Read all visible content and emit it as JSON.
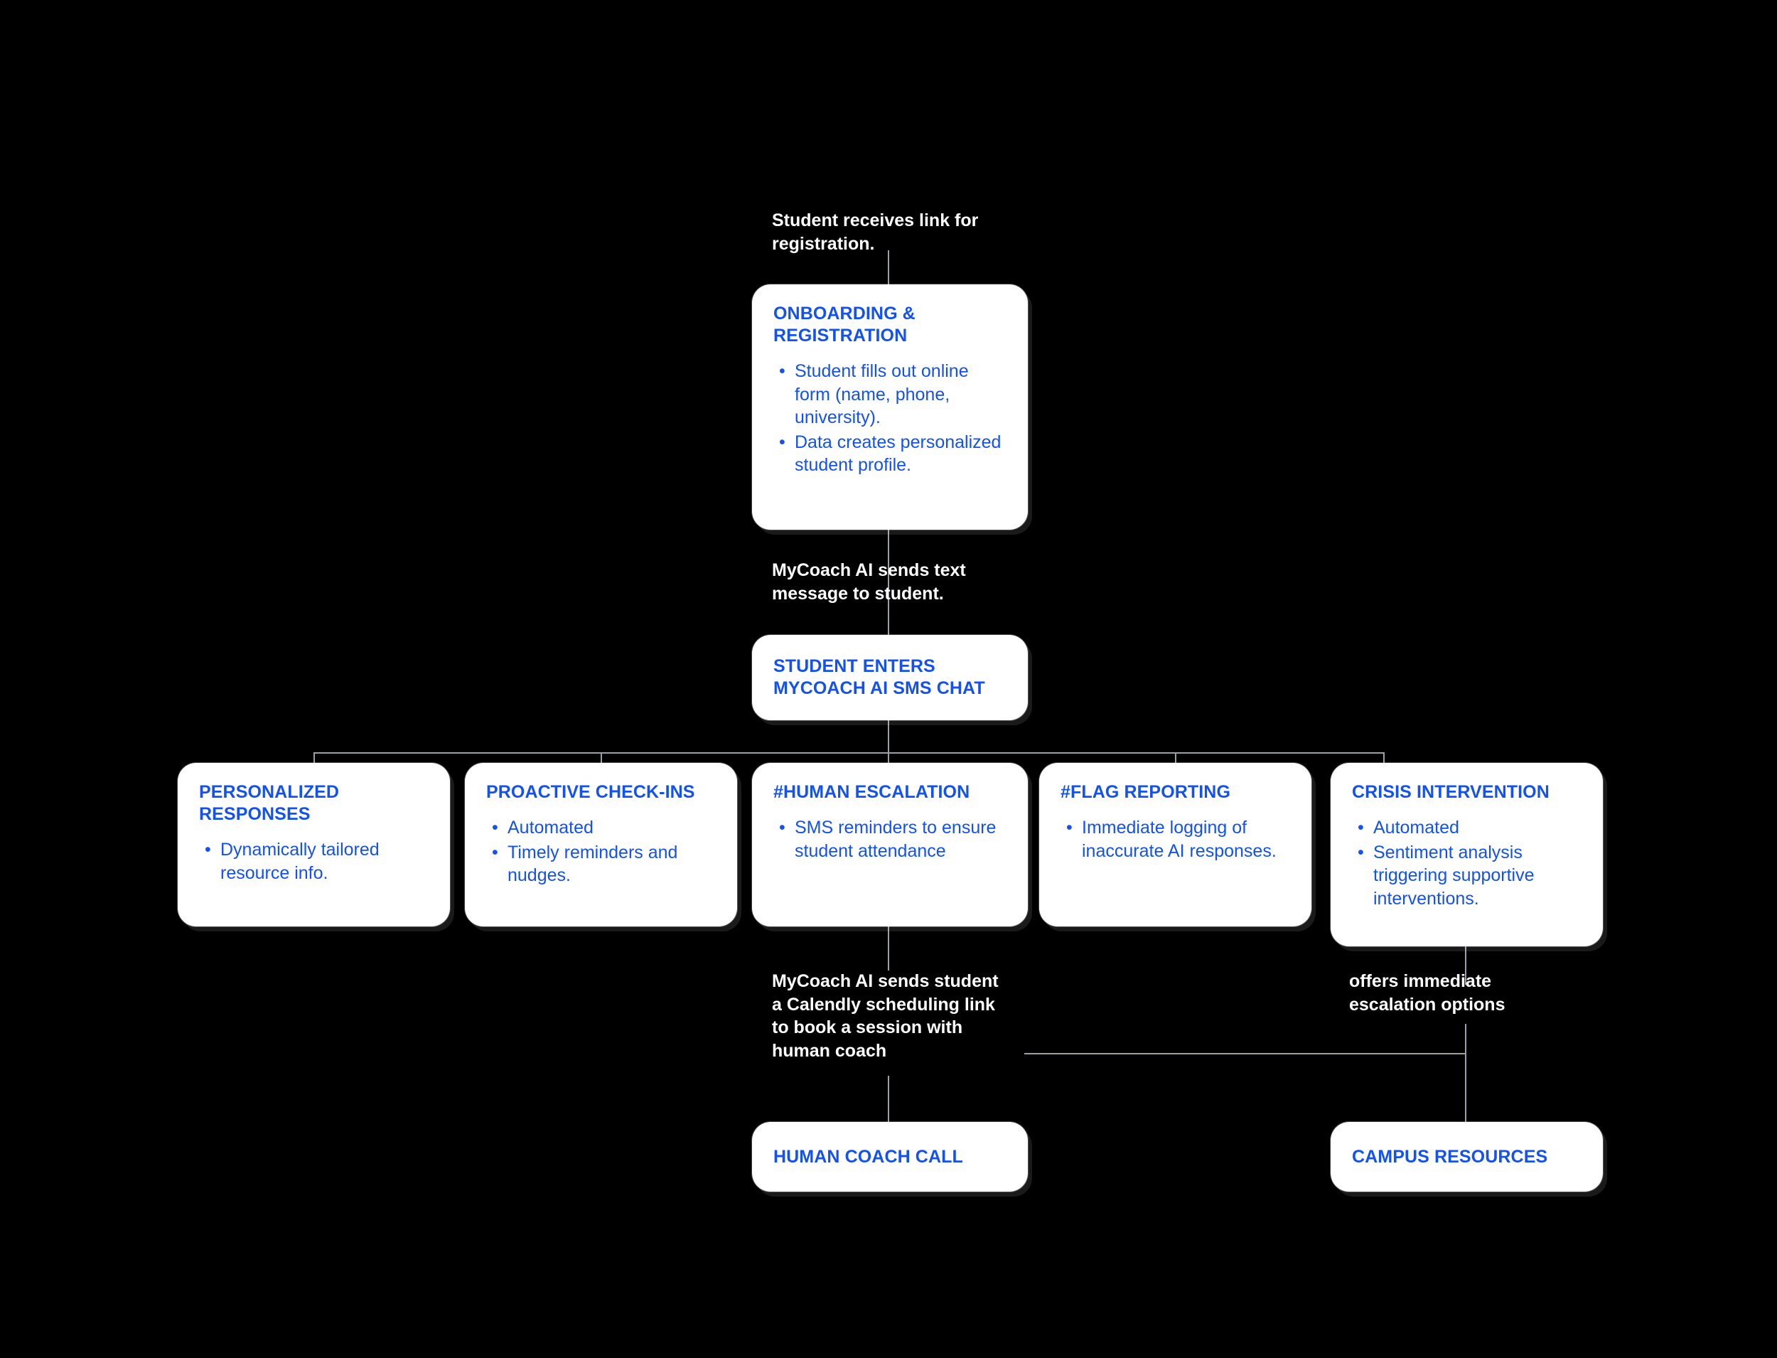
{
  "diagram": {
    "type": "flowchart",
    "background_color": "#000000",
    "node_fill_color": "#ffffff",
    "node_text_color": "#1351f0",
    "edge_label_color": "#ffffff",
    "connector_color": "#9aa0a6"
  },
  "edge_labels": {
    "registration_link": "Student receives link for registration.",
    "sms_text": "MyCoach AI sends text message to student.",
    "calendly": "MyCoach AI sends student a Calendly scheduling link to book a session with human coach",
    "escalation": "offers immediate escalation options"
  },
  "nodes": {
    "onboarding": {
      "title": "ONBOARDING & REGISTRATION",
      "bullets": [
        "Student fills out online form (name, phone, university).",
        "Data creates personalized student profile."
      ]
    },
    "sms_chat": {
      "title": "STUDENT ENTERS MYCOACH AI SMS CHAT",
      "bullets": []
    },
    "personalized_responses": {
      "title": "PERSONALIZED RESPONSES",
      "bullets": [
        "Dynamically tailored resource info."
      ]
    },
    "proactive_checkins": {
      "title": "PROACTIVE CHECK-INS",
      "bullets": [
        "Automated",
        "Timely reminders and nudges."
      ]
    },
    "human_escalation": {
      "title": "#HUMAN ESCALATION",
      "bullets": [
        "SMS reminders to ensure student attendance"
      ]
    },
    "flag_reporting": {
      "title": "#FLAG REPORTING",
      "bullets": [
        "Immediate logging of inaccurate AI responses."
      ]
    },
    "crisis_intervention": {
      "title": "CRISIS INTERVENTION",
      "bullets": [
        "Automated",
        "Sentiment analysis triggering supportive interventions."
      ]
    },
    "human_coach_call": {
      "title": "HUMAN COACH CALL",
      "bullets": []
    },
    "campus_resources": {
      "title": "CAMPUS RESOURCES",
      "bullets": []
    }
  }
}
